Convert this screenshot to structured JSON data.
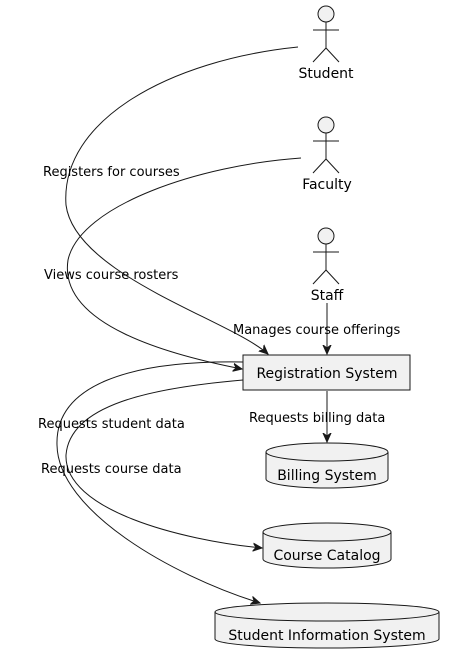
{
  "colors": {
    "line": "#181818",
    "node_fill": "#f1f1f1",
    "background": "#ffffff"
  },
  "actors": {
    "student": {
      "label": "Student"
    },
    "faculty": {
      "label": "Faculty"
    },
    "staff": {
      "label": "Staff"
    }
  },
  "components": {
    "registration": {
      "label": "Registration System"
    }
  },
  "databases": {
    "billing": {
      "label": "Billing System"
    },
    "catalog": {
      "label": "Course Catalog"
    },
    "sis": {
      "label": "Student Information System"
    }
  },
  "edges": {
    "student_registration": {
      "label": "Registers for courses"
    },
    "faculty_registration": {
      "label": "Views course rosters"
    },
    "staff_registration": {
      "label": "Manages course offerings"
    },
    "registration_billing": {
      "label": "Requests billing data"
    },
    "registration_sis": {
      "label": "Requests student data"
    },
    "registration_catalog": {
      "label": "Requests course data"
    }
  }
}
